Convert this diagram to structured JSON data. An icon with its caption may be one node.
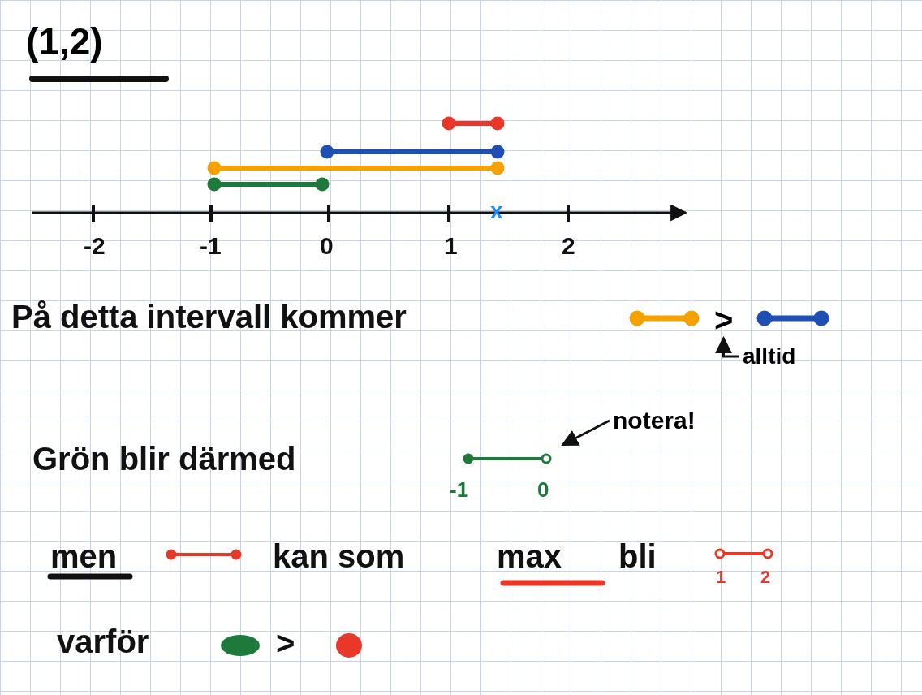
{
  "diagram": {
    "title": "(1,2)",
    "nodes": [
      {
        "text": [
          "notera!"
        ]
      },
      {
        "text": [
          "alltid"
        ]
      },
      {
        "text": [
          ">"
        ]
      }
    ],
    "edges": [
      {
        "from": 0,
        "to": null,
        "arrow": "to"
      },
      {
        "from": 1,
        "to": 2,
        "arrow": "to"
      }
    ],
    "labels": [
      "-2",
      "-1",
      "0",
      "1",
      "2",
      "x",
      "På detta intervall kommer",
      "Grön blir därmed",
      "-1",
      "0",
      "men",
      "kan som",
      "max",
      "bli",
      "1",
      "2",
      "varför",
      ">"
    ]
  }
}
